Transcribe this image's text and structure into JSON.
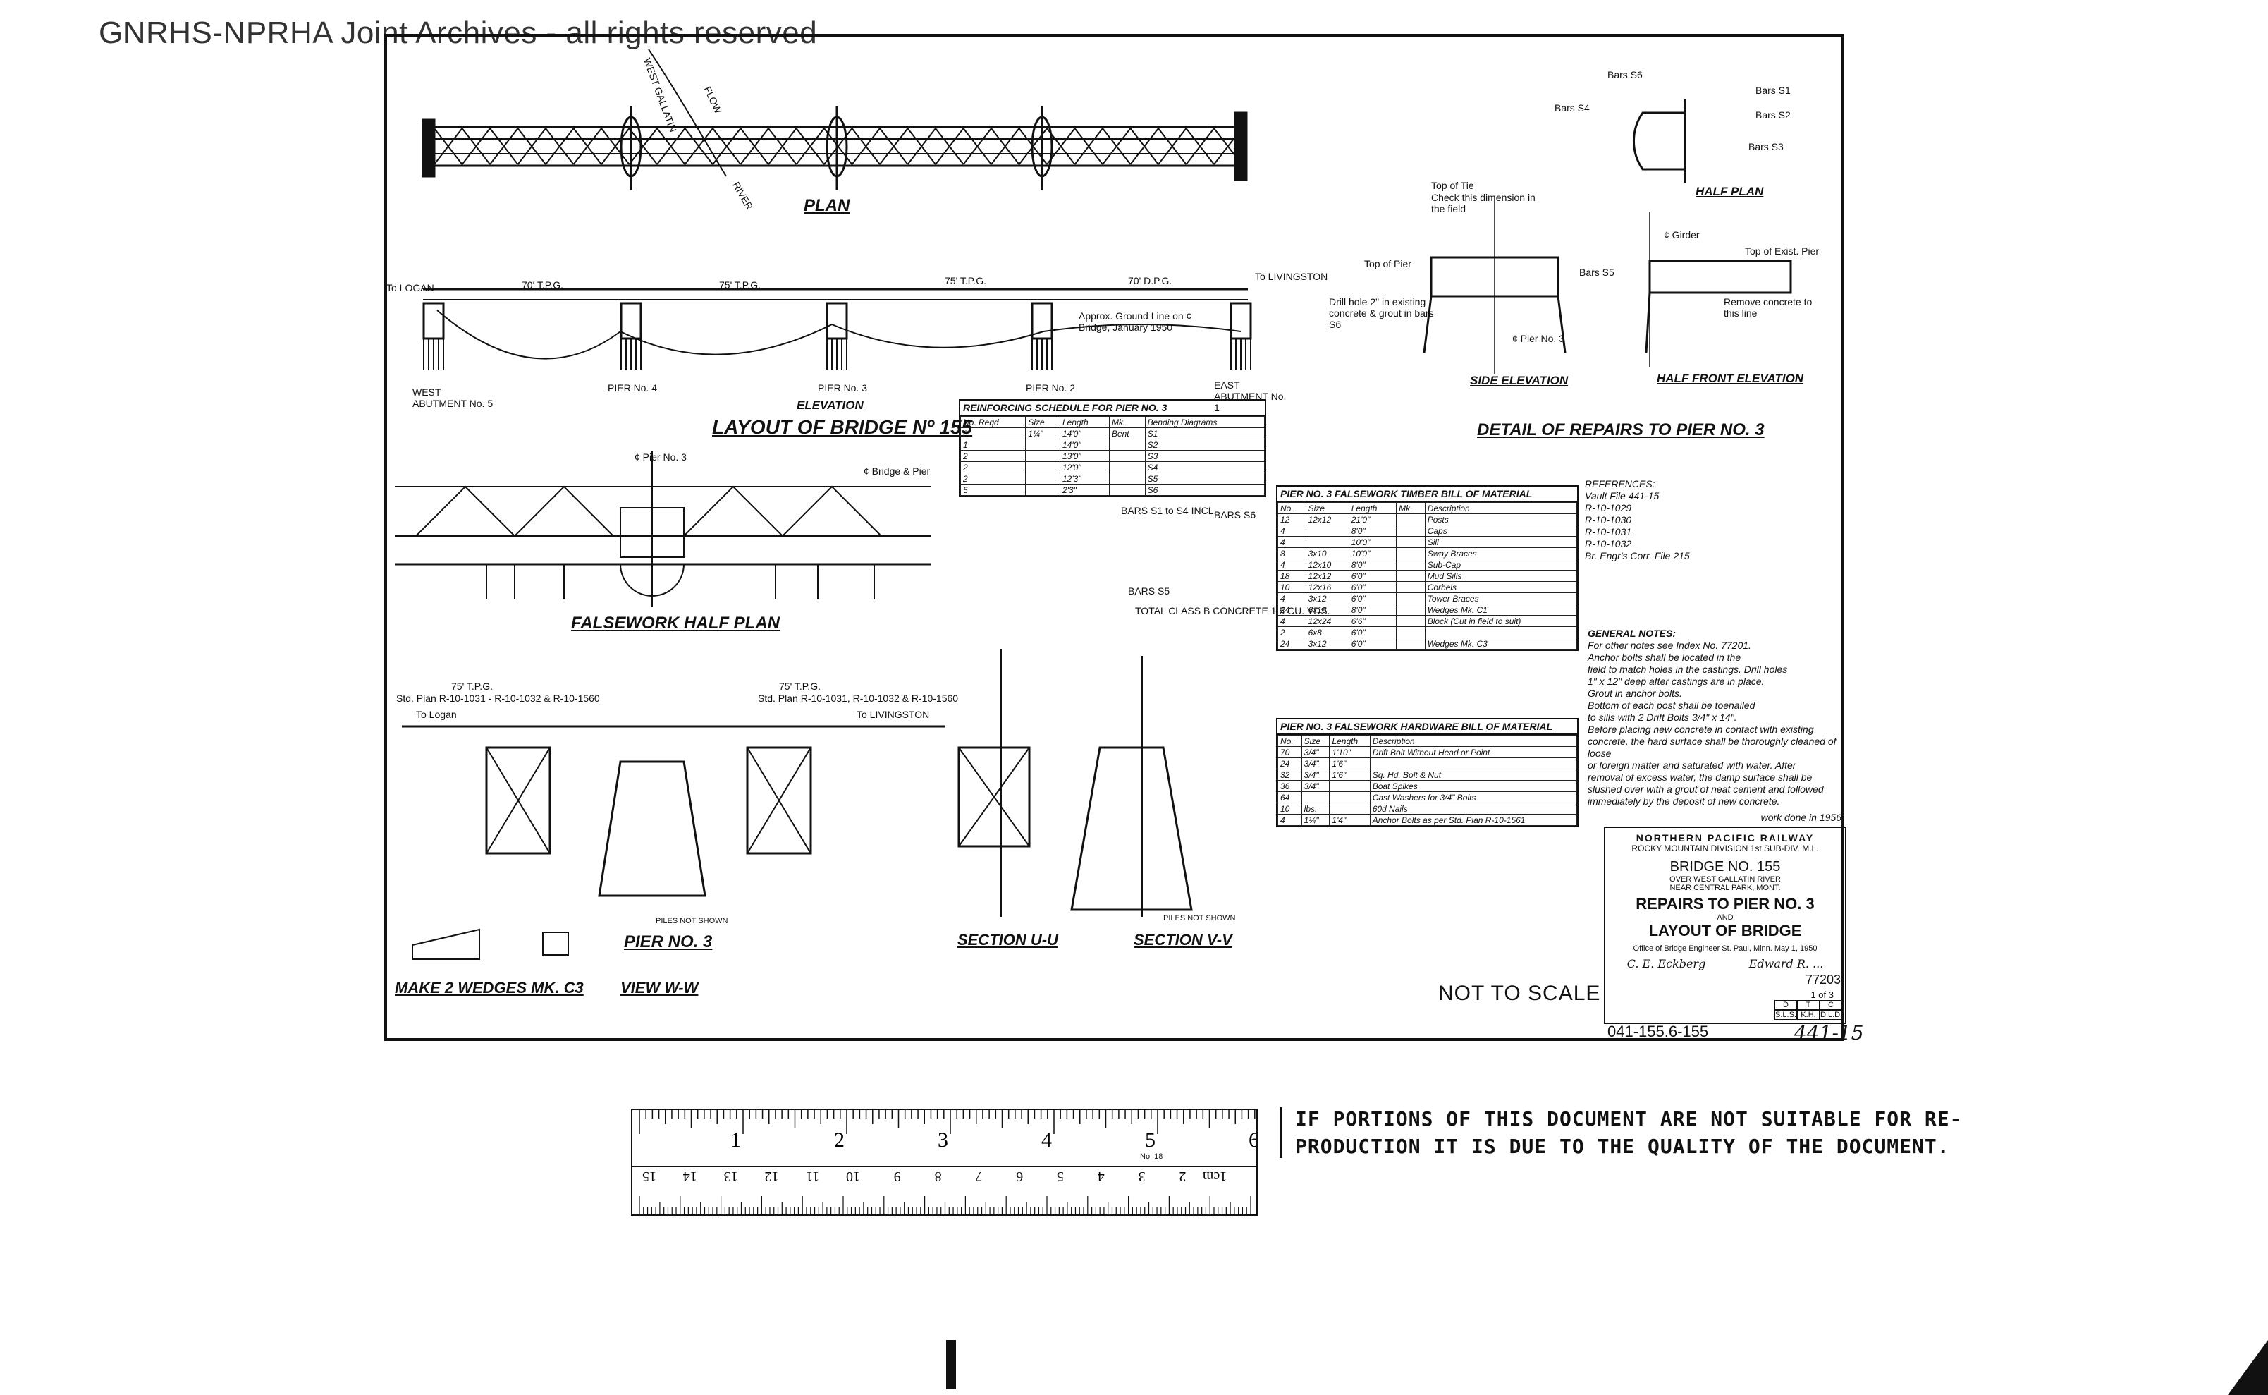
{
  "header": {
    "watermark": "GNRHS-NPRHA Joint Archives - all rights reserved"
  },
  "plan": {
    "title": "PLAN",
    "labels": {
      "west_gallatin": "WEST GALLATIN",
      "flow": "FLOW",
      "river": "RIVER"
    }
  },
  "elevation": {
    "title": "ELEVATION",
    "layout_title": "LAYOUT OF BRIDGE Nº 155",
    "to_logan": "To LOGAN",
    "to_livingston": "To LIVINGSTON",
    "spans": [
      "70' T.P.G.",
      "75' T.P.G.",
      "75' T.P.G.",
      "70' D.P.G."
    ],
    "piers": [
      "WEST ABUTMENT No. 5",
      "PIER No. 4",
      "PIER No. 3",
      "PIER No. 2",
      "EAST ABUTMENT No. 1"
    ],
    "ground_note": "Approx. Ground Line on ¢ Bridge, January 1950"
  },
  "falsework": {
    "title": "FALSEWORK HALF PLAN",
    "pier_label": "¢ Pier No. 3",
    "bridge_label": "¢ Bridge & Pier"
  },
  "pier3": {
    "title": "PIER NO. 3",
    "std_plan_left": "Std. Plan R-10-1031 - R-10-1032 & R-10-1560",
    "std_plan_right": "Std. Plan R-10-1031, R-10-1032 & R-10-1560",
    "span_left": "75' T.P.G.",
    "span_right": "75' T.P.G.",
    "to_logan": "To Logan",
    "to_livingston": "To LIVINGSTON",
    "piles_note": "PILES NOT SHOWN"
  },
  "sections": {
    "uu": "SECTION U-U",
    "vv": "SECTION V-V",
    "piles_note": "PILES NOT SHOWN",
    "view": "VIEW W-W",
    "wedges": "MAKE 2 WEDGES MK. C3"
  },
  "reinforcing": {
    "title": "REINFORCING SCHEDULE FOR PIER NO. 3",
    "columns": [
      "No. Reqd",
      "Size",
      "Length",
      "Mk.",
      "Bending Diagrams"
    ],
    "rows": [
      [
        "3",
        "1¼\"",
        "14'0\"",
        "Bent",
        "S1"
      ],
      [
        "1",
        "",
        "14'0\"",
        "",
        "S2"
      ],
      [
        "2",
        "",
        "13'0\"",
        "",
        "S3"
      ],
      [
        "2",
        "",
        "12'0\"",
        "",
        "S4"
      ],
      [
        "2",
        "",
        "12'3\"",
        "",
        "S5"
      ],
      [
        "5",
        "",
        "2'3\"",
        "",
        "S6"
      ]
    ],
    "notes": [
      "BARS S1 to S4 INCL.",
      "BARS S5",
      "BARS S6",
      "TOTAL CLASS B CONCRETE 1.5 CU. YDS."
    ]
  },
  "timber_bill": {
    "title": "PIER NO. 3 FALSEWORK TIMBER BILL OF MATERIAL",
    "columns": [
      "No.",
      "Size",
      "Length",
      "Mk.",
      "Description"
    ],
    "rows": [
      [
        "12",
        "12x12",
        "21'0\"",
        "",
        "Posts"
      ],
      [
        "4",
        "",
        "8'0\"",
        "",
        "Caps"
      ],
      [
        "4",
        "",
        "10'0\"",
        "",
        "Sill"
      ],
      [
        "8",
        "3x10",
        "10'0\"",
        "",
        "Sway Braces"
      ],
      [
        "4",
        "12x10",
        "8'0\"",
        "",
        "Sub-Cap"
      ],
      [
        "18",
        "12x12",
        "6'0\"",
        "",
        "Mud Sills"
      ],
      [
        "10",
        "12x16",
        "6'0\"",
        "",
        "Corbels"
      ],
      [
        "4",
        "3x12",
        "6'0\"",
        "",
        "Tower Braces"
      ],
      [
        "24",
        "6x16",
        "8'0\"",
        "",
        "Wedges Mk. C1"
      ],
      [
        "4",
        "12x24",
        "6'6\"",
        "",
        "Block (Cut in field to suit)"
      ],
      [
        "2",
        "6x8",
        "6'0\"",
        "",
        ""
      ],
      [
        "24",
        "3x12",
        "6'0\"",
        "",
        "Wedges Mk. C3"
      ]
    ]
  },
  "hardware_bill": {
    "title": "PIER NO. 3 FALSEWORK HARDWARE BILL OF MATERIAL",
    "columns": [
      "No.",
      "Size",
      "Length",
      "Description"
    ],
    "rows": [
      [
        "70",
        "3/4\"",
        "1'10\"",
        "Drift Bolt Without Head or Point"
      ],
      [
        "24",
        "3/4\"",
        "1'6\"",
        ""
      ],
      [
        "32",
        "3/4\"",
        "1'6\"",
        "Sq. Hd. Bolt & Nut"
      ],
      [
        "36",
        "3/4\"",
        "",
        "Boat Spikes"
      ],
      [
        "64",
        "",
        "",
        "Cast Washers for 3/4\" Bolts"
      ],
      [
        "10",
        "lbs.",
        "",
        "60d Nails"
      ],
      [
        "4",
        "1¼\"",
        "1'4\"",
        "Anchor Bolts as per Std. Plan R-10-1561"
      ]
    ]
  },
  "detail": {
    "title": "DETAIL OF REPAIRS TO PIER NO. 3",
    "half_plan": "HALF PLAN",
    "side_elev": "SIDE ELEVATION",
    "half_front_elev": "HALF FRONT ELEVATION",
    "bars": [
      "Bars S6",
      "Bars S1",
      "Bars S2",
      "Bars S3",
      "Bars S4",
      "Bars S5"
    ],
    "notes": [
      "Top of Tie",
      "Check this dimension in the field",
      "Top of Pier",
      "Drill hole 2\" in existing concrete & grout in bars S6",
      "¢ Girder",
      "Top of Exist. Pier",
      "Remove concrete to this line",
      "¢ Pier No. 3"
    ]
  },
  "references": {
    "title": "REFERENCES:",
    "lines": [
      "Vault File 441-15",
      "R-10-1029",
      "R-10-1030",
      "R-10-1031",
      "R-10-1032",
      "Br. Engr's Corr. File 215"
    ]
  },
  "general_notes": {
    "title": "GENERAL NOTES:",
    "lines": [
      "For other notes see Index No. 77201.",
      "Anchor bolts shall be located in the",
      "field to match holes in the castings. Drill holes",
      "1\" x 12\" deep after castings are in place.",
      "Grout in anchor bolts.",
      "Bottom of each post shall be toenailed",
      "to sills with 2 Drift Bolts 3/4\" x 14\".",
      "Before placing new concrete in contact with existing",
      "concrete, the hard surface shall be thoroughly cleaned of loose",
      "or foreign matter and saturated with water. After",
      "removal of excess water, the damp surface shall be",
      "slushed over with a grout of neat cement and followed",
      "immediately by the deposit of new concrete."
    ],
    "work_done": "work done in 1956"
  },
  "title_block": {
    "railway": "NORTHERN PACIFIC RAILWAY",
    "division": "ROCKY MOUNTAIN DIVISION 1st SUB-DIV. M.L.",
    "bridge": "BRIDGE NO. 155",
    "over": "OVER WEST GALLATIN RIVER",
    "near": "NEAR CENTRAL PARK, MONT.",
    "line1": "REPAIRS TO PIER NO. 3",
    "and": "AND",
    "line2": "LAYOUT OF BRIDGE",
    "office": "Office of Bridge Engineer  St. Paul, Minn.  May 1, 1950",
    "signer1": "C. E. Eckberg",
    "signer2": "Edward R. ...",
    "drawing_no": "77203",
    "sheet": "1 of 3",
    "codes": [
      "D",
      "T",
      "C",
      "S.L.S.",
      "K.H.",
      "D.L.D."
    ]
  },
  "footer": {
    "not_to_scale": "NOT TO SCALE",
    "drawing_ref": "041-155.6-155",
    "vault": "441-15"
  },
  "ruler": {
    "inches": [
      "1",
      "2",
      "3",
      "4",
      "5",
      "6"
    ],
    "cm_reversed": [
      "15",
      "14",
      "13",
      "12",
      "11",
      "10",
      "9",
      "8",
      "7",
      "6",
      "5",
      "4",
      "3",
      "2",
      "1cm"
    ],
    "model": "No. 18"
  },
  "quality_stamp": {
    "line1": "IF PORTIONS OF THIS DOCUMENT ARE NOT SUITABLE FOR RE-",
    "line2": "PRODUCTION IT IS DUE TO THE QUALITY OF THE DOCUMENT."
  }
}
